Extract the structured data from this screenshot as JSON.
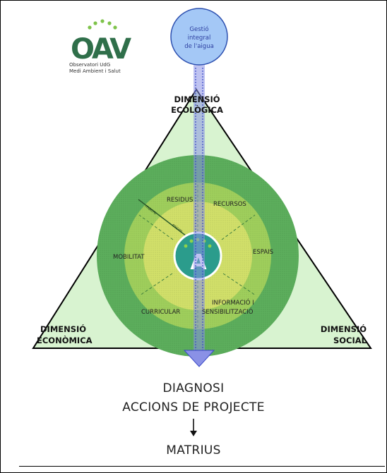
{
  "logo": {
    "letters": "OAV",
    "line1": "Observatori UdG",
    "line2": "Medi Ambient i Salut"
  },
  "top_node": {
    "text_lines": [
      "Gestió",
      "integral",
      "de l'aigua"
    ]
  },
  "dimensions": {
    "ecologica": [
      "DIMENSIÓ",
      "ECOLÒGICA"
    ],
    "economica": [
      "DIMENSIÓ",
      "ECONÒMICA"
    ],
    "social": [
      "DIMENSIÓ",
      "SOCIAL"
    ]
  },
  "ring_labels": {
    "residus": "RESIDUS",
    "recursos": "RECURSOS",
    "espais": "ESPAIS",
    "mobilitat": "MOBILITAT",
    "curricular": "CURRICULAR",
    "informacio_1": "INFORMACIÓ I",
    "informacio_2": "SENSIBILITZACIÓ",
    "macro": "macro",
    "micro": "micro"
  },
  "center_letter": "A",
  "outputs": {
    "diagnosi": "DIAGNOSI",
    "accions": "ACCIONS DE PROJECTE",
    "matrius": "MATRIUS"
  },
  "colors": {
    "triangle_fill": "#d8f3d0",
    "outer_circle": "#5cae5c",
    "middle_circle": "#9fcf5c",
    "inner_circle": "#d2e06a",
    "center_circle": "#2b9c8c",
    "arrow": "#8a91e6",
    "logo_green": "#2f6f4a",
    "top_node": "#a4c8f6"
  }
}
